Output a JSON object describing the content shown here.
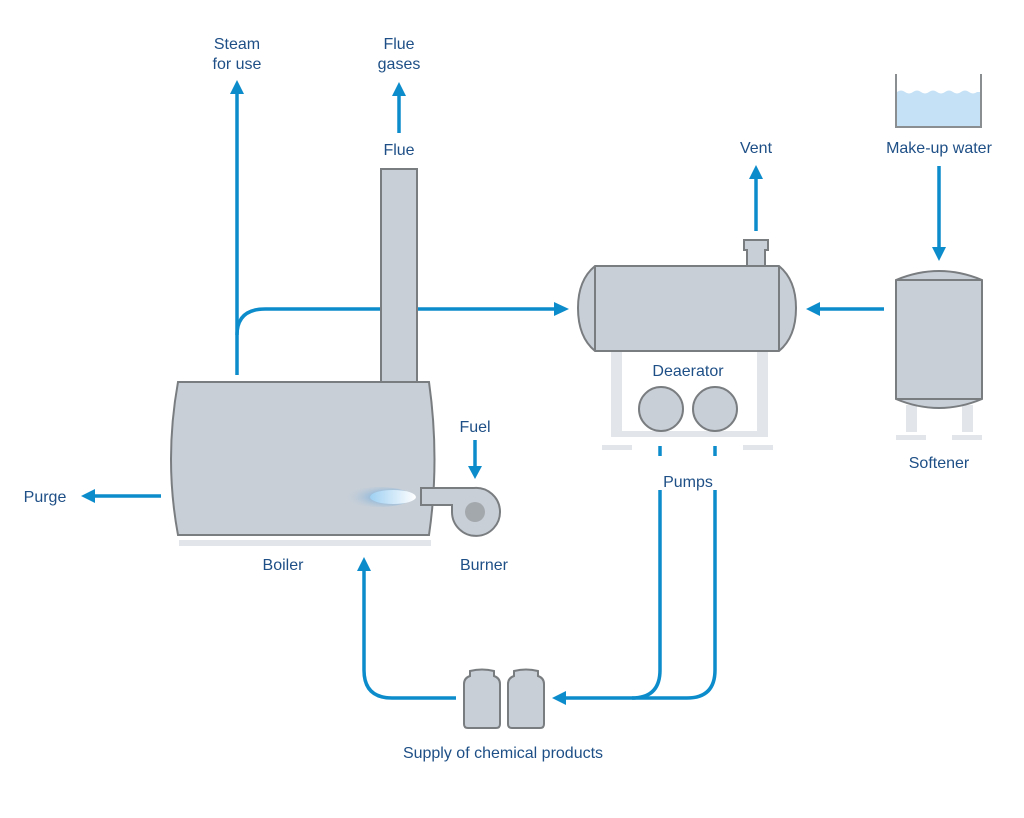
{
  "title": "Steam boiler water treatment process",
  "colors": {
    "flow": "#0d8ccb",
    "equipment_fill": "#c8cfd7",
    "equipment_stroke": "#7a7d80",
    "support": "#e2e6ea",
    "label": "#1e4f86",
    "water": "#c5e1f5"
  },
  "labels": {
    "steam_line1": "Steam",
    "steam_line2": "for use",
    "flue_gases_line1": "Flue",
    "flue_gases_line2": "gases",
    "flue": "Flue",
    "vent": "Vent",
    "makeup_water": "Make-up water",
    "deaerator": "Deaerator",
    "softener": "Softener",
    "fuel": "Fuel",
    "purge": "Purge",
    "pumps": "Pumps",
    "boiler": "Boiler",
    "burner": "Burner",
    "chemicals": "Supply of chemical products"
  },
  "components": [
    {
      "id": "boiler",
      "label": "Boiler"
    },
    {
      "id": "burner",
      "label": "Burner"
    },
    {
      "id": "flue",
      "label": "Flue"
    },
    {
      "id": "deaerator",
      "label": "Deaerator"
    },
    {
      "id": "pumps",
      "label": "Pumps",
      "count": 2
    },
    {
      "id": "softener",
      "label": "Softener"
    },
    {
      "id": "makeup-water-tank",
      "label": "Make-up water"
    },
    {
      "id": "chemical-supply",
      "label": "Supply of chemical products",
      "count": 2
    }
  ],
  "flows": [
    {
      "from": "boiler",
      "to": "Steam for use"
    },
    {
      "from": "boiler",
      "to": "deaerator"
    },
    {
      "from": "flue",
      "to": "Flue gases"
    },
    {
      "from": "deaerator",
      "to": "Vent"
    },
    {
      "from": "makeup-water-tank",
      "to": "softener"
    },
    {
      "from": "softener",
      "to": "deaerator"
    },
    {
      "from": "Fuel",
      "to": "burner"
    },
    {
      "from": "boiler",
      "to": "Purge"
    },
    {
      "from": "pumps",
      "to": "chemical-supply"
    },
    {
      "from": "chemical-supply",
      "to": "boiler"
    }
  ]
}
